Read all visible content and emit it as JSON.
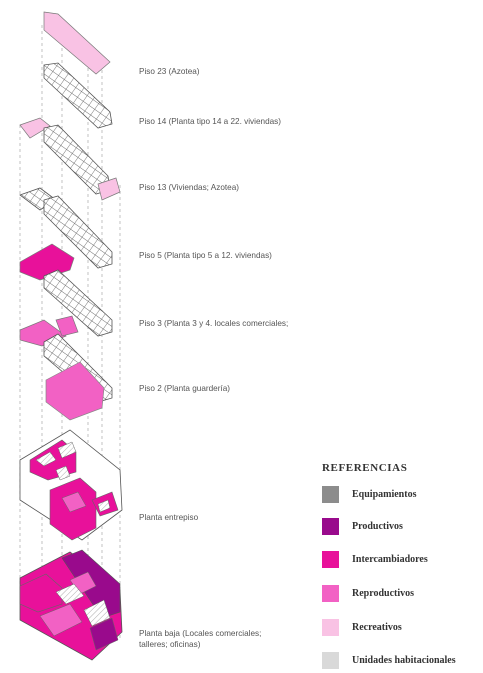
{
  "floors": [
    {
      "id": "p23",
      "label": "Piso 23 (Azotea)"
    },
    {
      "id": "p14",
      "label": "Piso 14 (Planta tipo 14 a 22. viviendas)"
    },
    {
      "id": "p13",
      "label": "Piso 13 (Viviendas; Azotea)"
    },
    {
      "id": "p5",
      "label": "Piso 5 (Planta tipo 5 a 12. viviendas)"
    },
    {
      "id": "p3",
      "label": "Piso 3 (Planta 3 y 4. locales comerciales;"
    },
    {
      "id": "p2",
      "label": "Piso 2 (Planta guardería)"
    },
    {
      "id": "pe",
      "label": "Planta entrepiso"
    },
    {
      "id": "pb",
      "label": "Planta baja (Locales comerciales;",
      "label_line2": "talleres; oficinas)"
    }
  ],
  "legend": {
    "title": "REFERENCIAS",
    "items": [
      {
        "label": "Equipamientos",
        "color": "#8c8c8c"
      },
      {
        "label": "Productivos",
        "color": "#990a8c"
      },
      {
        "label": "Intercambiadores",
        "color": "#e8119a"
      },
      {
        "label": "Reproductivos",
        "color": "#f261c4"
      },
      {
        "label": "Recreativos",
        "color": "#f9c2e4"
      },
      {
        "label": "Unidades habitacionales",
        "color": "#d9d9d9"
      }
    ]
  }
}
